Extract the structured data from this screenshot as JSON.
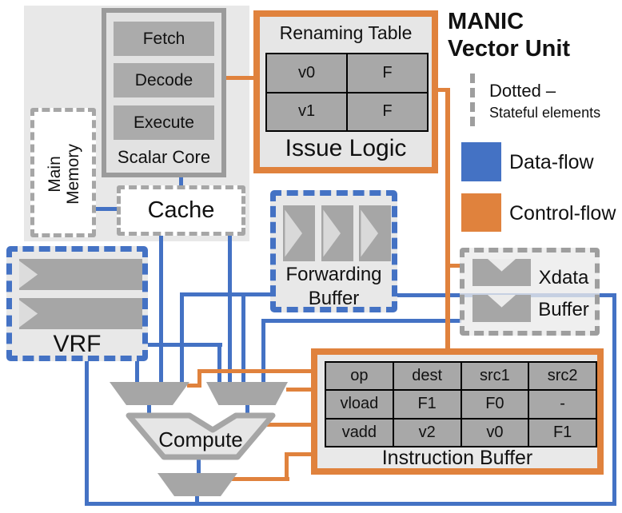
{
  "colors": {
    "data_flow": "#4472c4",
    "control_flow": "#e0823d",
    "stateful_gray": "#9e9e9e"
  },
  "title": {
    "line1": "MANIC",
    "line2": "Vector Unit"
  },
  "legend": {
    "dotted_title": "Dotted –",
    "dotted_subtitle": "Stateful elements",
    "data_flow_label": "Data-flow",
    "control_flow_label": "Control-flow"
  },
  "scalar_core": {
    "label": "Scalar Core",
    "stages": [
      "Fetch",
      "Decode",
      "Execute"
    ]
  },
  "main_memory": {
    "line1": "Main",
    "line2": "Memory"
  },
  "cache": {
    "label": "Cache"
  },
  "issue_logic": {
    "label": "Issue Logic",
    "table_title": "Renaming Table",
    "renaming_rows": [
      [
        "v0",
        "F"
      ],
      [
        "v1",
        "F"
      ]
    ]
  },
  "forwarding_buffer": {
    "line1": "Forwarding",
    "line2": "Buffer"
  },
  "xdata_buffer": {
    "line1": "Xdata",
    "line2": "Buffer"
  },
  "vrf": {
    "label": "VRF"
  },
  "compute": {
    "label": "Compute"
  },
  "instruction_buffer": {
    "label": "Instruction Buffer",
    "headers": [
      "op",
      "dest",
      "src1",
      "src2"
    ],
    "rows": [
      [
        "vload",
        "F1",
        "F0",
        "-"
      ],
      [
        "vadd",
        "v2",
        "v0",
        "F1"
      ]
    ]
  }
}
